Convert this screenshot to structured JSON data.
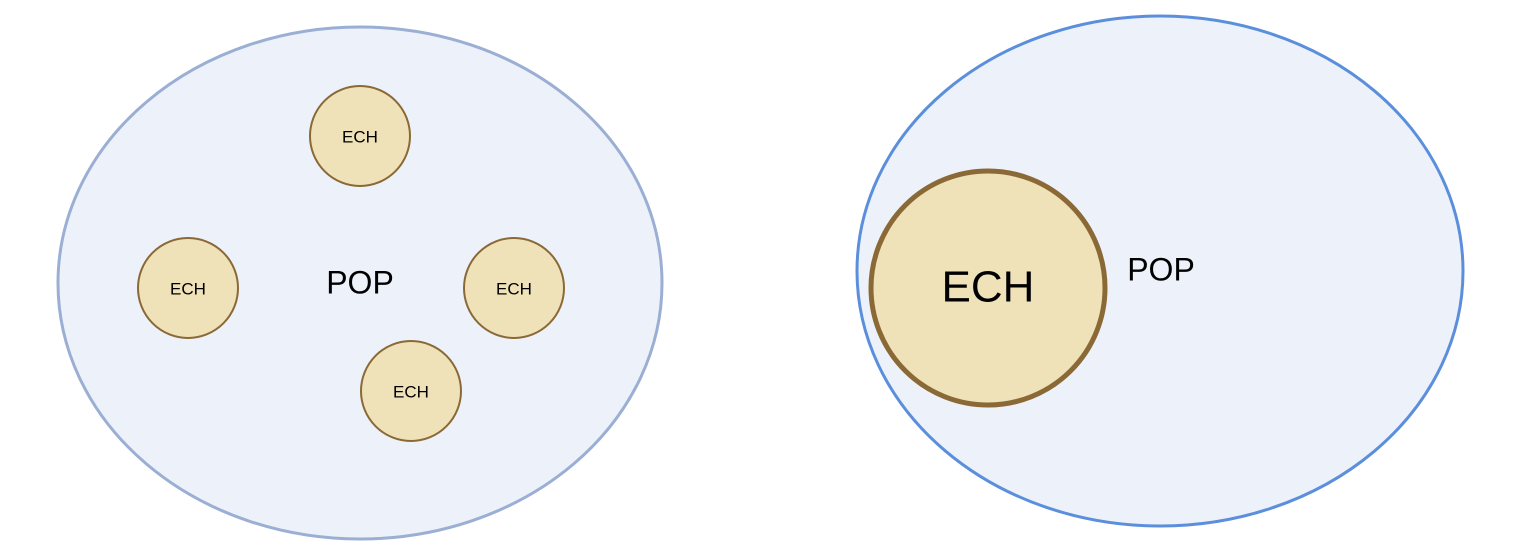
{
  "colors": {
    "population_fill": "#edf2fa",
    "population_stroke_left": "#9aafd3",
    "population_stroke_right": "#5b8fdc",
    "sample_fill": "#efe2b8",
    "sample_stroke": "#8a6936",
    "text": "#000000"
  },
  "left_diagram": {
    "population_label": "POP",
    "samples": [
      {
        "label": "ECH"
      },
      {
        "label": "ECH"
      },
      {
        "label": "ECH"
      },
      {
        "label": "ECH"
      }
    ]
  },
  "right_diagram": {
    "population_label": "POP",
    "sample_label": "ECH"
  }
}
